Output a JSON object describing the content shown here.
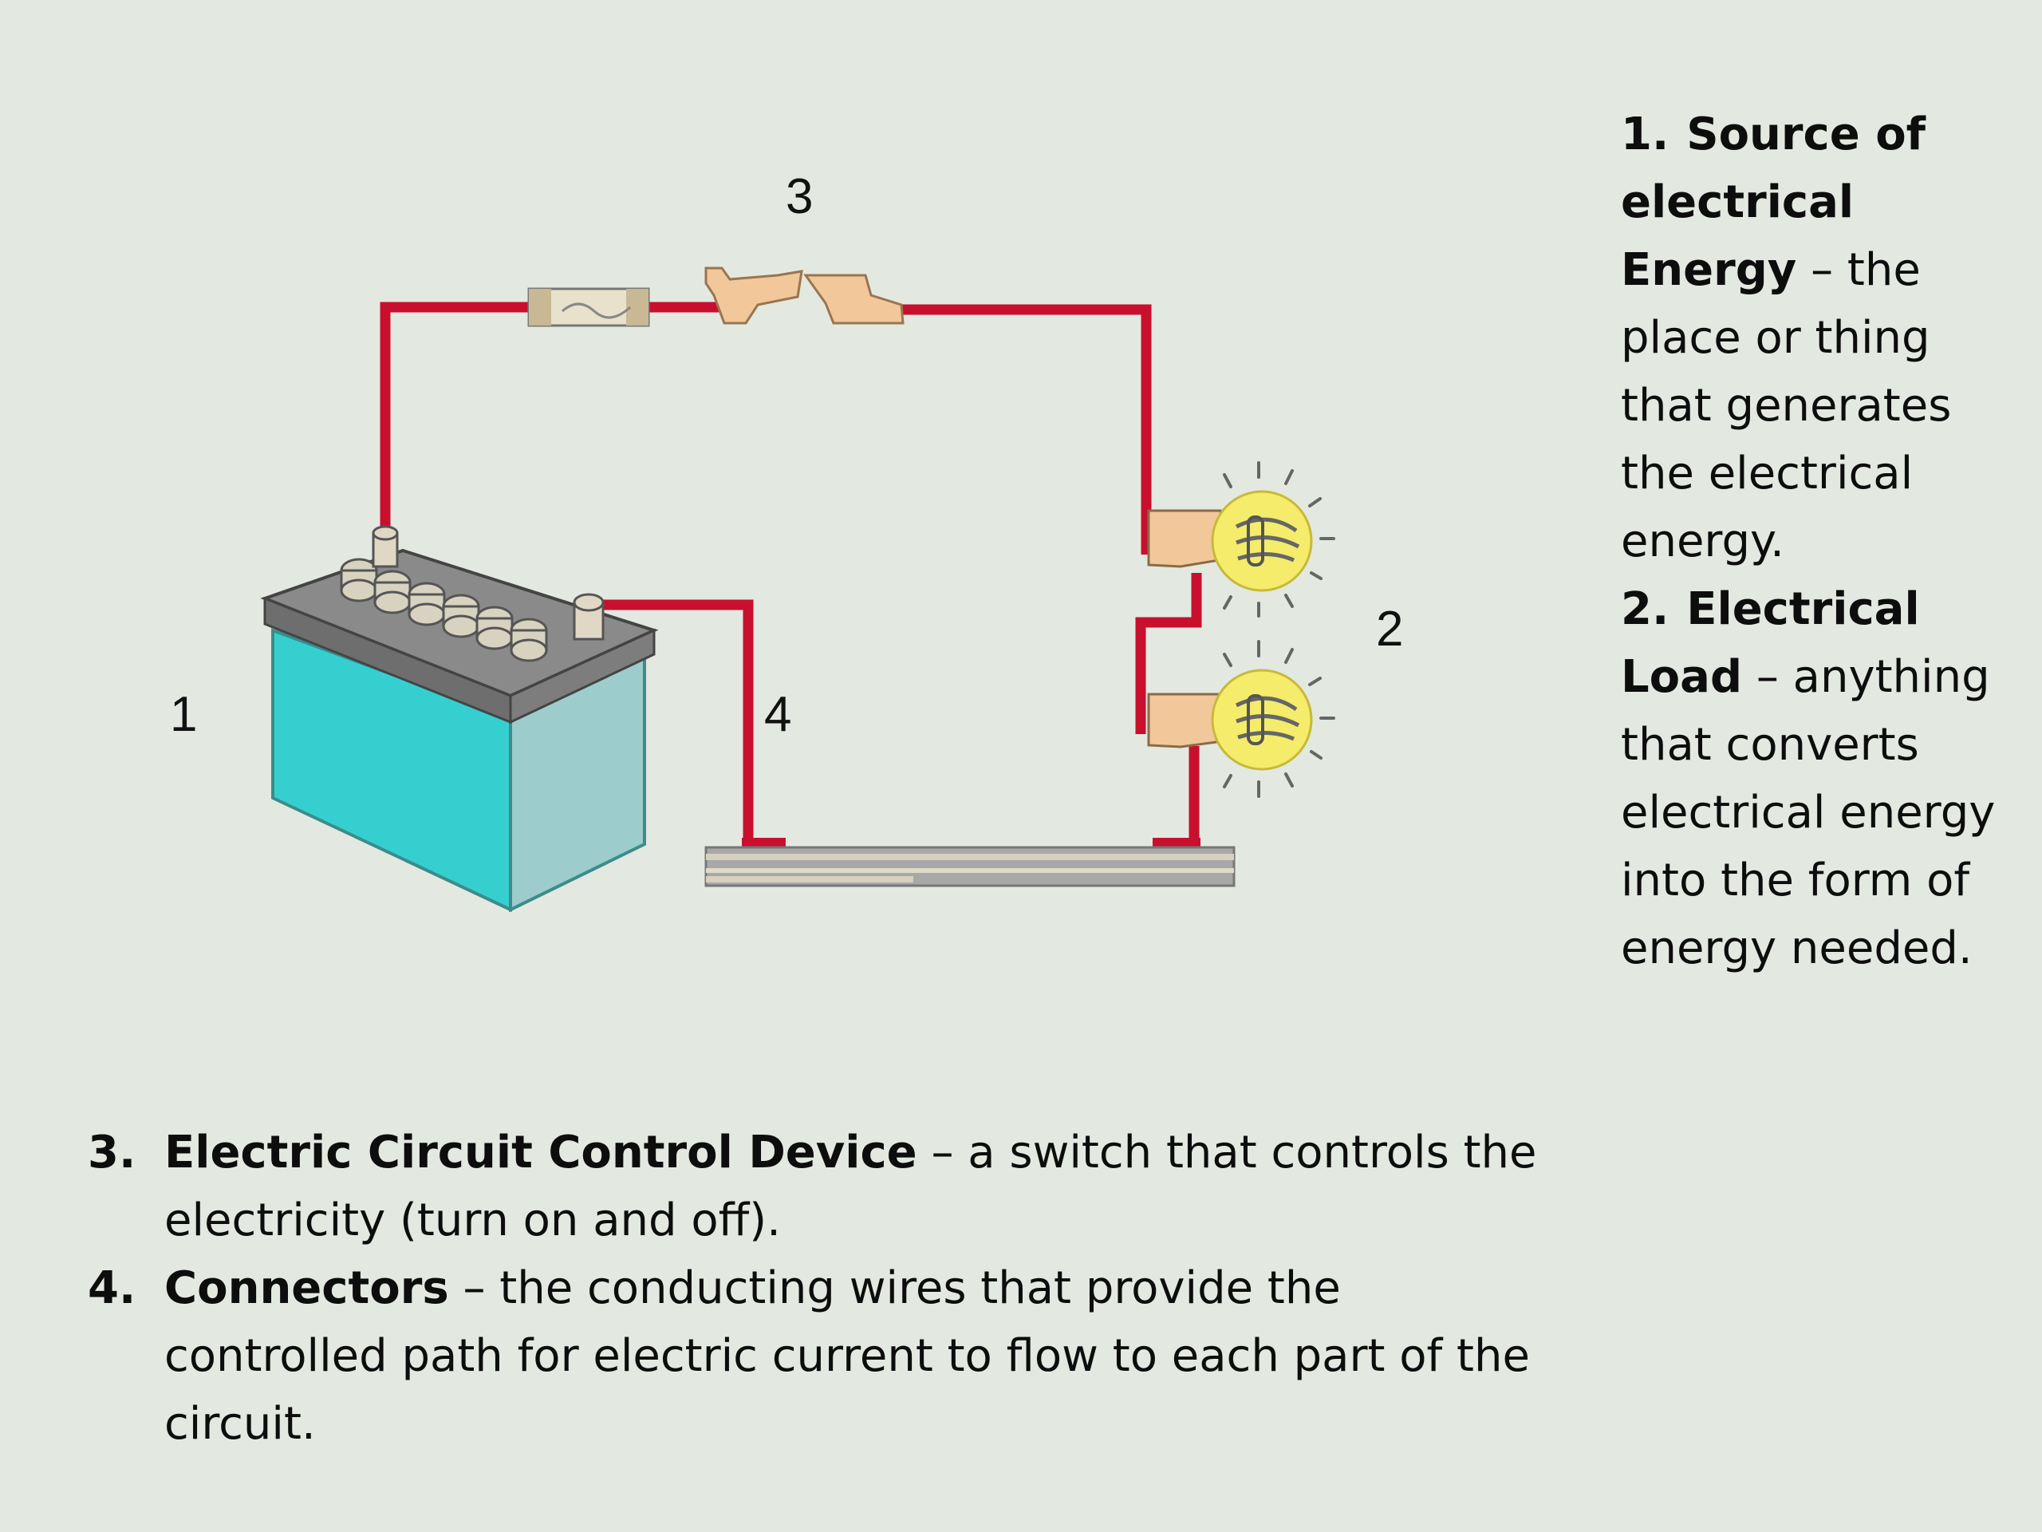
{
  "diagram": {
    "labels": {
      "battery": "1",
      "load": "2",
      "switch": "3",
      "connector": "4"
    },
    "colors": {
      "wire": "#c8102e",
      "battery_front": "#36cfcf",
      "battery_side": "#9dcccc",
      "battery_top": "#7a7a7a",
      "bulb": "#f4ec6a",
      "switch": "#f2c79a",
      "background": "#e3e9e0"
    }
  },
  "definitions": {
    "source": {
      "number": "1.",
      "term": "Source of electrical Energy",
      "dash": " – ",
      "desc": "the place or thing that generates the electrical energy."
    },
    "load": {
      "number": "2.",
      "term": "Electrical Load",
      "dash": " – ",
      "desc": "anything that converts electrical energy into the form of energy needed."
    },
    "control": {
      "number": "3.",
      "term": "Electric Circuit Control Device",
      "dash": " – ",
      "desc": "a switch that controls the electricity (turn on and off)."
    },
    "connectors": {
      "number": "4.",
      "term": "Connectors",
      "dash": " – ",
      "desc": "the conducting wires that provide the controlled path for electric current to flow to each part of the circuit."
    }
  }
}
